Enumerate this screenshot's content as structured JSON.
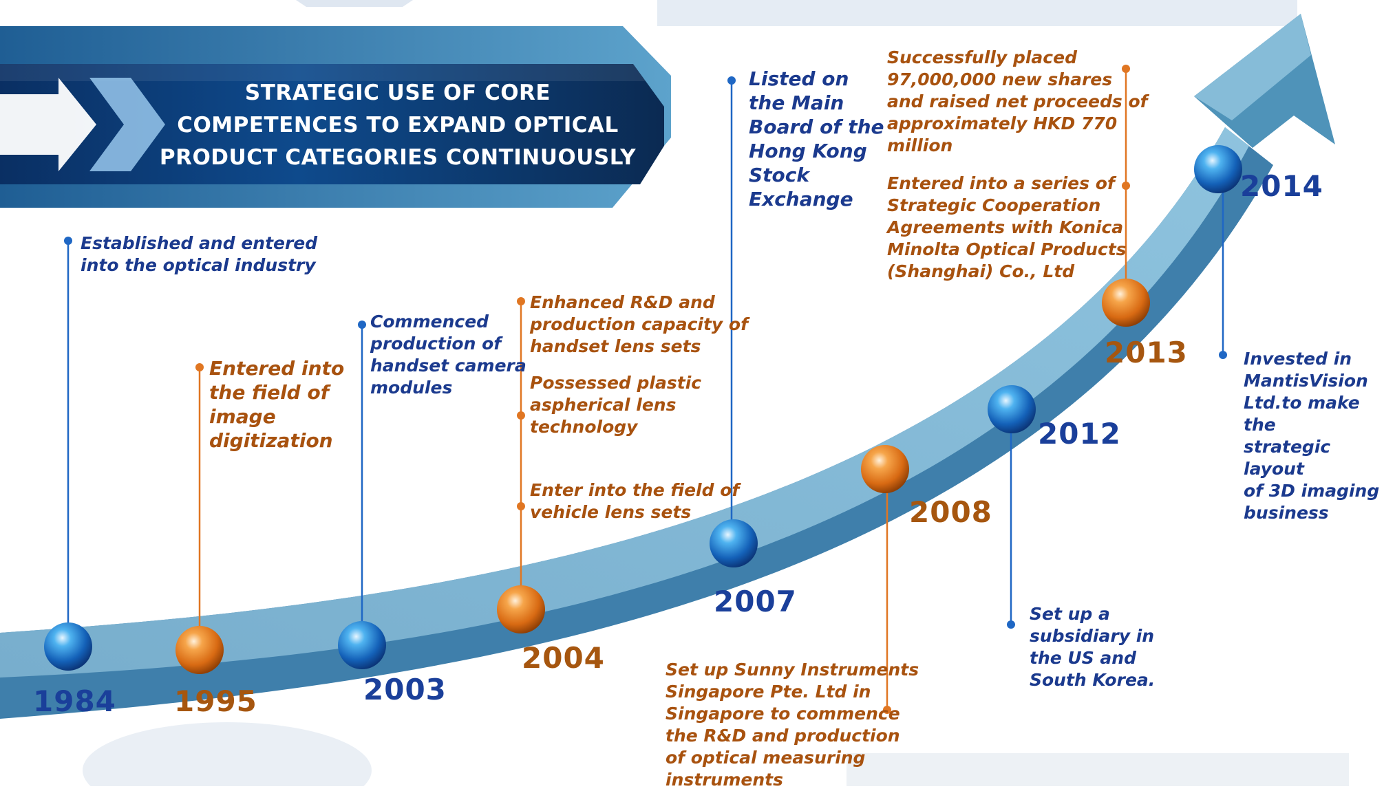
{
  "title": "STRATEGIC USE OF CORE\nCOMPETENCES TO EXPAND OPTICAL\nPRODUCT CATEGORIES CONTINUOUSLY",
  "colors": {
    "blue": "#1b3a8e",
    "orange": "#a8520f",
    "banner": "#0d3b73",
    "arrow": "#4f93b9"
  },
  "icons": {
    "title_arrow": "right-arrow-icon",
    "milestone_node": "sphere-icon"
  },
  "milestones": [
    {
      "year": "1984",
      "color": "blue"
    },
    {
      "year": "1995",
      "color": "orange"
    },
    {
      "year": "2003",
      "color": "blue"
    },
    {
      "year": "2004",
      "color": "orange"
    },
    {
      "year": "2007",
      "color": "blue"
    },
    {
      "year": "2008",
      "color": "orange"
    },
    {
      "year": "2012",
      "color": "blue"
    },
    {
      "year": "2013",
      "color": "orange"
    },
    {
      "year": "2014",
      "color": "blue"
    }
  ],
  "events": {
    "e1984": "Established and entered\ninto the optical industry",
    "e1995": "Entered into\nthe field of\nimage\ndigitization",
    "e2003": "Commenced\nproduction of\nhandset camera\nmodules",
    "e2004a": "Enhanced R&D and\nproduction capacity of\nhandset lens sets",
    "e2004b": "Possessed plastic\naspherical lens\ntechnology",
    "e2004c": "Enter into the field of\nvehicle lens sets",
    "e2007": "Listed on\nthe Main\nBoard of the\nHong Kong\nStock\nExchange",
    "e2008": "Set up Sunny Instruments\nSingapore Pte. Ltd in\nSingapore to commence\nthe R&D and production\nof optical measuring\ninstruments",
    "e2012": "Set up a\nsubsidiary in\nthe US and\nSouth Korea.",
    "e2013a": "Successfully placed\n97,000,000 new shares\nand raised net proceeds of\napproximately  HKD 770\nmillion",
    "e2013b": "Entered into a series of\nStrategic Cooperation\nAgreements with Konica\nMinolta Optical Products\n(Shanghai) Co., Ltd",
    "e2014": "Invested in\nMantisVision\nLtd.to make the\nstrategic layout\nof 3D imaging\nbusiness"
  }
}
